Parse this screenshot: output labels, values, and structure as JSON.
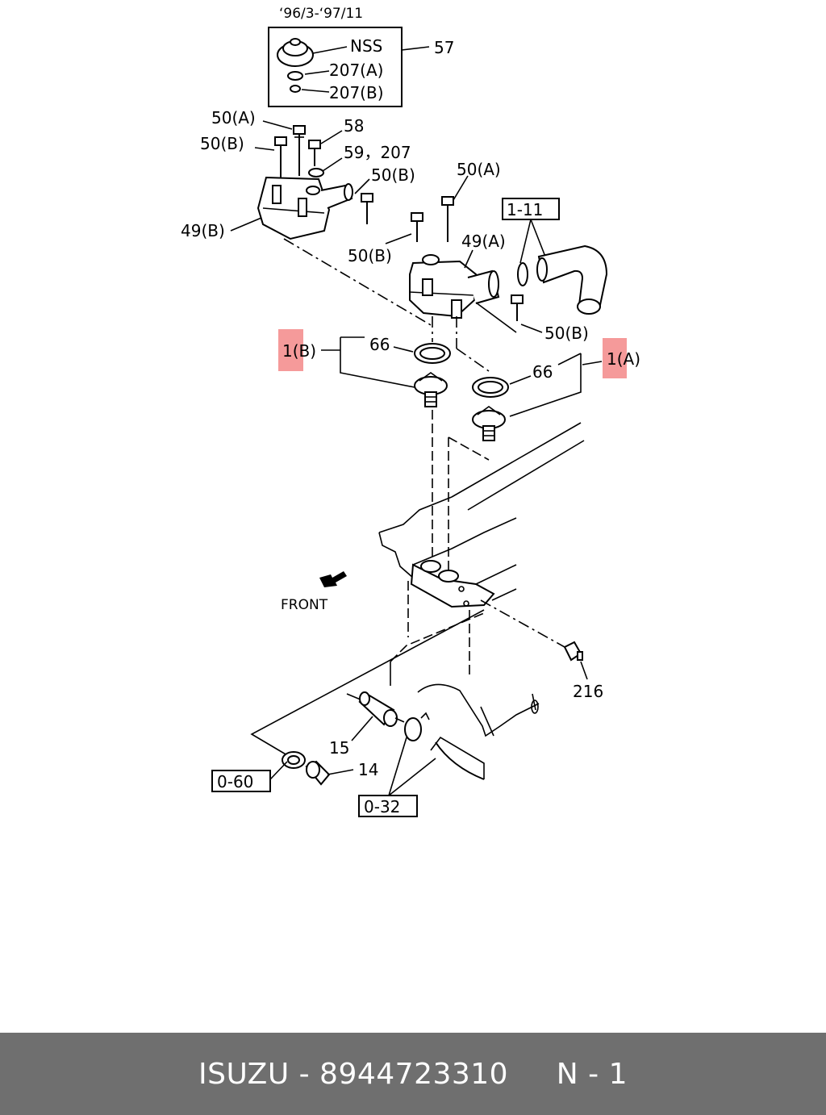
{
  "diagram": {
    "date_range": "‘96/3-‘97/11",
    "callouts": {
      "nss": "NSS",
      "p57": "57",
      "p207a": "207(A)",
      "p207b": "207(B)",
      "p50a_top": "50(A)",
      "p58": "58",
      "p50b_left": "50(B)",
      "p59_207": "59，207",
      "p50b_mid": "50(B)",
      "p50a_right": "50(A)",
      "p1_11": "1-11",
      "p49b": "49(B)",
      "p50b_lower": "50(B)",
      "p49a": "49(A)",
      "p50b_right": "50(B)",
      "p66_left": "66",
      "p1b": "1(B)",
      "p1a": "1(A)",
      "p66_right": "66",
      "front": "FRONT",
      "p216": "216",
      "p15": "15",
      "p0_60": "0-60",
      "p14": "14",
      "p0_32": "0-32"
    },
    "highlight_color": "#f59a9a"
  },
  "footer": {
    "text": "ISUZU - 8944723310     N - 1",
    "background": "#6f6f6f",
    "text_color": "#ffffff"
  }
}
